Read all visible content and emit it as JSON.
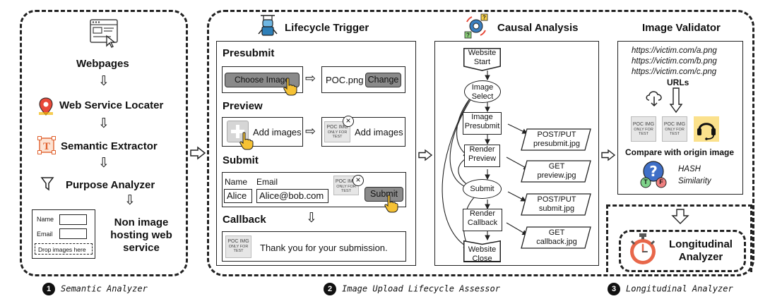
{
  "semantic": {
    "steps": [
      "Webpages",
      "Web Service Locater",
      "Semantic Extractor",
      "Purpose Analyzer"
    ],
    "form": {
      "name_label": "Name",
      "email_label": "Email",
      "drop_label": "Drop images here"
    },
    "non_image_label": "Non image hosting web service",
    "caption_num": "1",
    "caption": "Semantic Analyzer"
  },
  "lifecycle": {
    "title": "Lifecycle Trigger",
    "presubmit": {
      "label": "Presubmit",
      "choose_button": "Choose Image",
      "filename": "POC.png",
      "change_button": "Change"
    },
    "preview": {
      "label": "Preview",
      "add_images": "Add images",
      "add_images_2": "Add images"
    },
    "submit": {
      "label": "Submit",
      "name_label": "Name",
      "email_label": "Email",
      "name_value": "Alice",
      "email_value": "Alice@bob.com",
      "submit_button": "Submit"
    },
    "callback": {
      "label": "Callback",
      "message": "Thank you for your submission."
    },
    "thumb": {
      "line1": "POC IMG",
      "line2": "ONLY FOR TEST"
    }
  },
  "causal": {
    "title": "Causal Analysis",
    "nodes": {
      "website_start": "Website Start",
      "image_select": "Image Select",
      "image_presubmit": "Image Presubmit",
      "render_preview": "Render Preview",
      "submit": "Submit",
      "render_callback": "Render Callback",
      "website_close": "Website Close"
    },
    "requests": [
      "POST/PUT presubmit.jpg",
      "GET preview.jpg",
      "POST/PUT submit.jpg",
      "GET callback.jpg"
    ]
  },
  "validator": {
    "title": "Image Validator",
    "urls": [
      "https://victim.com/a.png",
      "https://victim.com/b.png",
      "https://victim.com/c.png"
    ],
    "urls_label": "URLs",
    "compare_label": "Compare with origin image",
    "hash_label": "HASH",
    "similarity_label": "Similarity",
    "question_badges": [
      "T",
      "F"
    ]
  },
  "longitudinal": {
    "title": "Longitudinal Analyzer"
  },
  "captions": {
    "num2": "2",
    "assessor": "Image Upload Lifecycle Assessor",
    "num3": "3",
    "longitudinal": "Longitudinal Analyzer"
  }
}
